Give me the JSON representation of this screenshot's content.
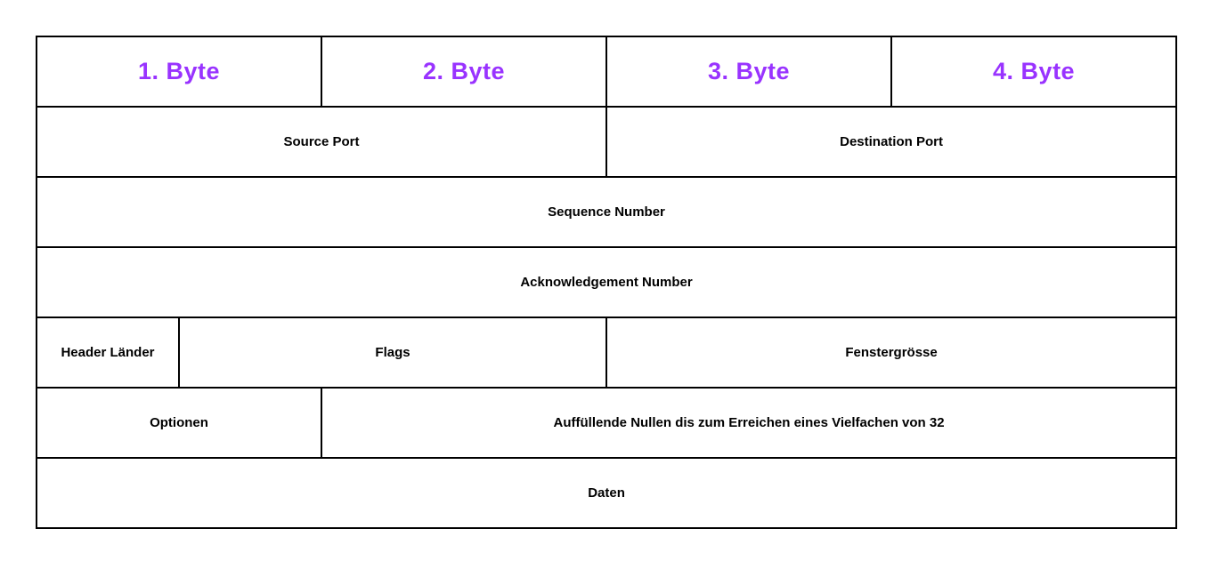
{
  "colors": {
    "byte_label": "#9933ff",
    "border": "#000000",
    "cell_text": "#000000",
    "background": "#ffffff"
  },
  "table": {
    "rows": [
      {
        "name": "byte-columns",
        "cells": [
          {
            "label": "1. Byte"
          },
          {
            "label": "2. Byte"
          },
          {
            "label": "3. Byte"
          },
          {
            "label": "4. Byte"
          }
        ]
      },
      {
        "name": "ports",
        "cells": [
          {
            "label": "Source Port"
          },
          {
            "label": "Destination Port"
          }
        ]
      },
      {
        "name": "sequence",
        "cells": [
          {
            "label": "Sequence Number"
          }
        ]
      },
      {
        "name": "acknowledgement",
        "cells": [
          {
            "label": "Acknowledgement Number"
          }
        ]
      },
      {
        "name": "header-flags-window",
        "cells": [
          {
            "label": "Header Länder"
          },
          {
            "label": "Flags"
          },
          {
            "label": "Fenstergrösse"
          }
        ]
      },
      {
        "name": "options-padding",
        "cells": [
          {
            "label": "Optionen"
          },
          {
            "label": "Auffüllende Nullen dis zum Erreichen eines Vielfachen von 32"
          }
        ]
      },
      {
        "name": "data",
        "cells": [
          {
            "label": "Daten"
          }
        ]
      }
    ]
  }
}
